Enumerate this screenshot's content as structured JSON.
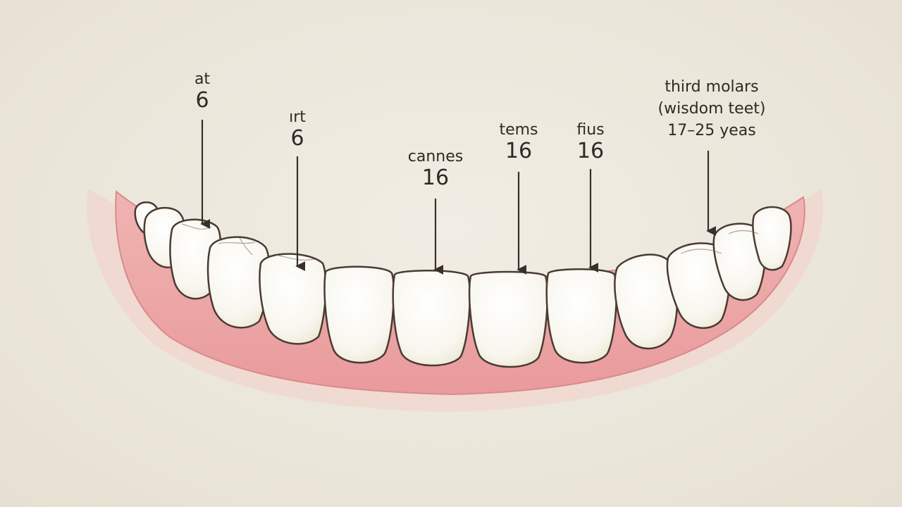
{
  "colors": {
    "background": "#ece7dc",
    "gum": "#eba7a7",
    "gum_edge": "#d98a8c",
    "tooth": "#fbfaf5",
    "tooth_outline": "#4a3b34",
    "arrow": "#3a302b",
    "text": "#2e2a26"
  },
  "labels": [
    {
      "name": "at",
      "age": "6"
    },
    {
      "name": "ırt",
      "age": "6"
    },
    {
      "name": "cannes",
      "age": "16"
    },
    {
      "name": "tems",
      "age": "16"
    },
    {
      "name": "fius",
      "age": "16"
    },
    {
      "name": "third molars",
      "name2": "(wisdom teet)",
      "age": "17–25 yeas"
    }
  ]
}
